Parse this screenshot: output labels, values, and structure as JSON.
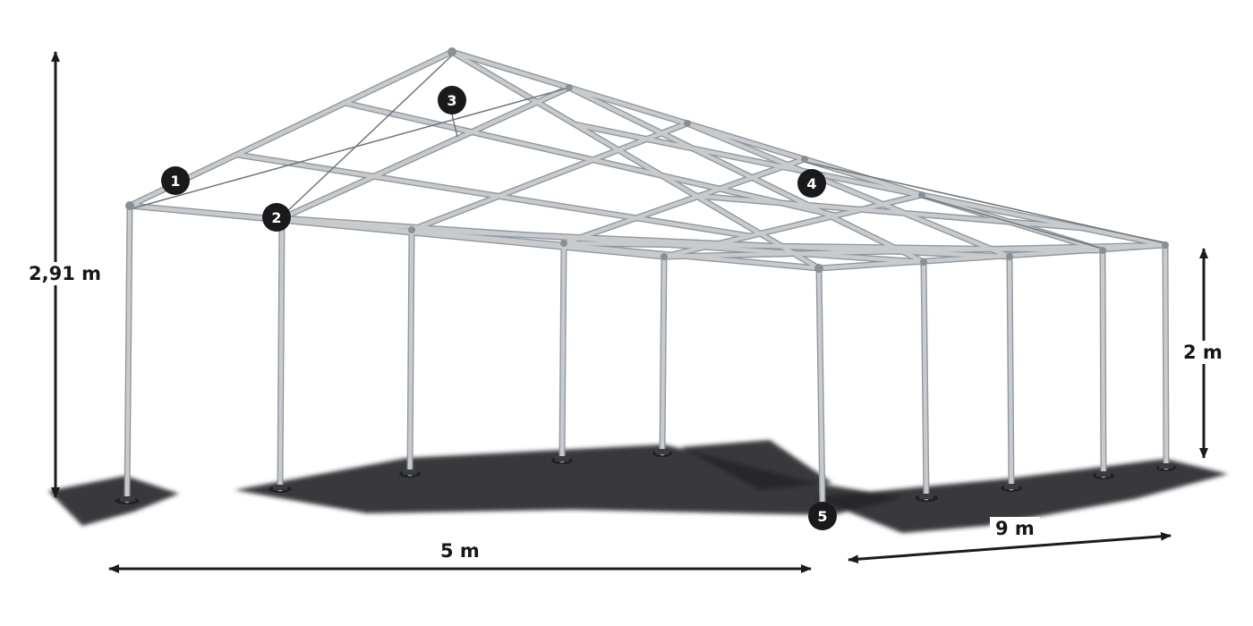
{
  "diagram": {
    "type": "party-tent-frame-dimension-diagram",
    "dimensions": {
      "ridge_height": "2,91 m",
      "side_height": "2 m",
      "width": "5 m",
      "length": "9 m"
    },
    "badges": [
      "1",
      "2",
      "3",
      "4",
      "5"
    ],
    "colors": {
      "background": "#ffffff",
      "frame_tube": "#c7cbce",
      "frame_tube_edge": "#93989d",
      "bracing": "#70757a",
      "dimension_ink": "#1b1b1b",
      "badge_background": "#1a1a1c",
      "badge_text": "#ffffff",
      "ground_shadow": "#28282a"
    }
  }
}
